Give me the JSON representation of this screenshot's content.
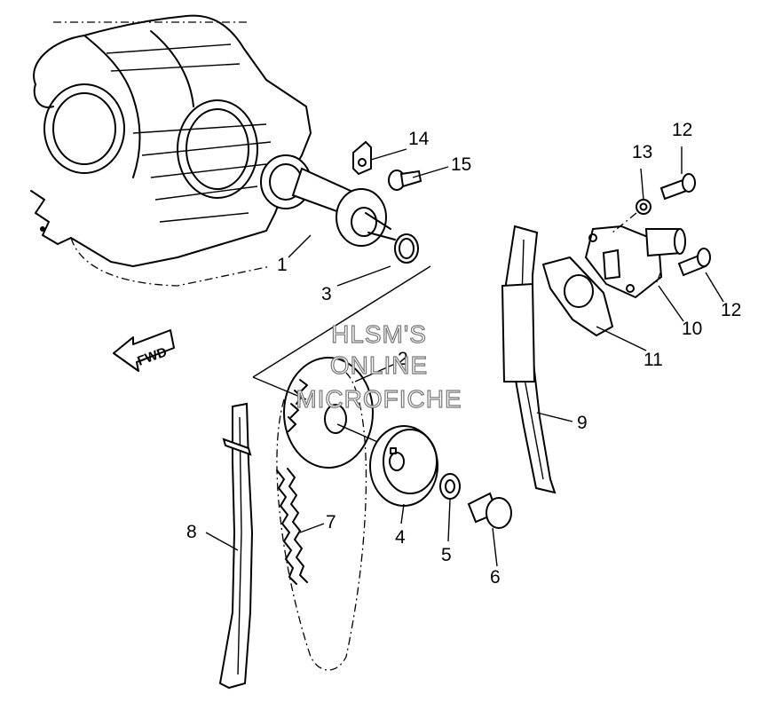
{
  "callouts": {
    "p1": "1",
    "p2": "2",
    "p3": "3",
    "p4": "4",
    "p5": "5",
    "p6": "6",
    "p7": "7",
    "p8": "8",
    "p9": "9",
    "p10": "10",
    "p11": "11",
    "p12a": "12",
    "p12b": "12",
    "p13": "13",
    "p14": "14",
    "p15": "15"
  },
  "direction_arrow": "FWD",
  "watermark": {
    "line1": "HLSM'S",
    "line2": "ONLINE",
    "line3": "MICROFICHE"
  }
}
